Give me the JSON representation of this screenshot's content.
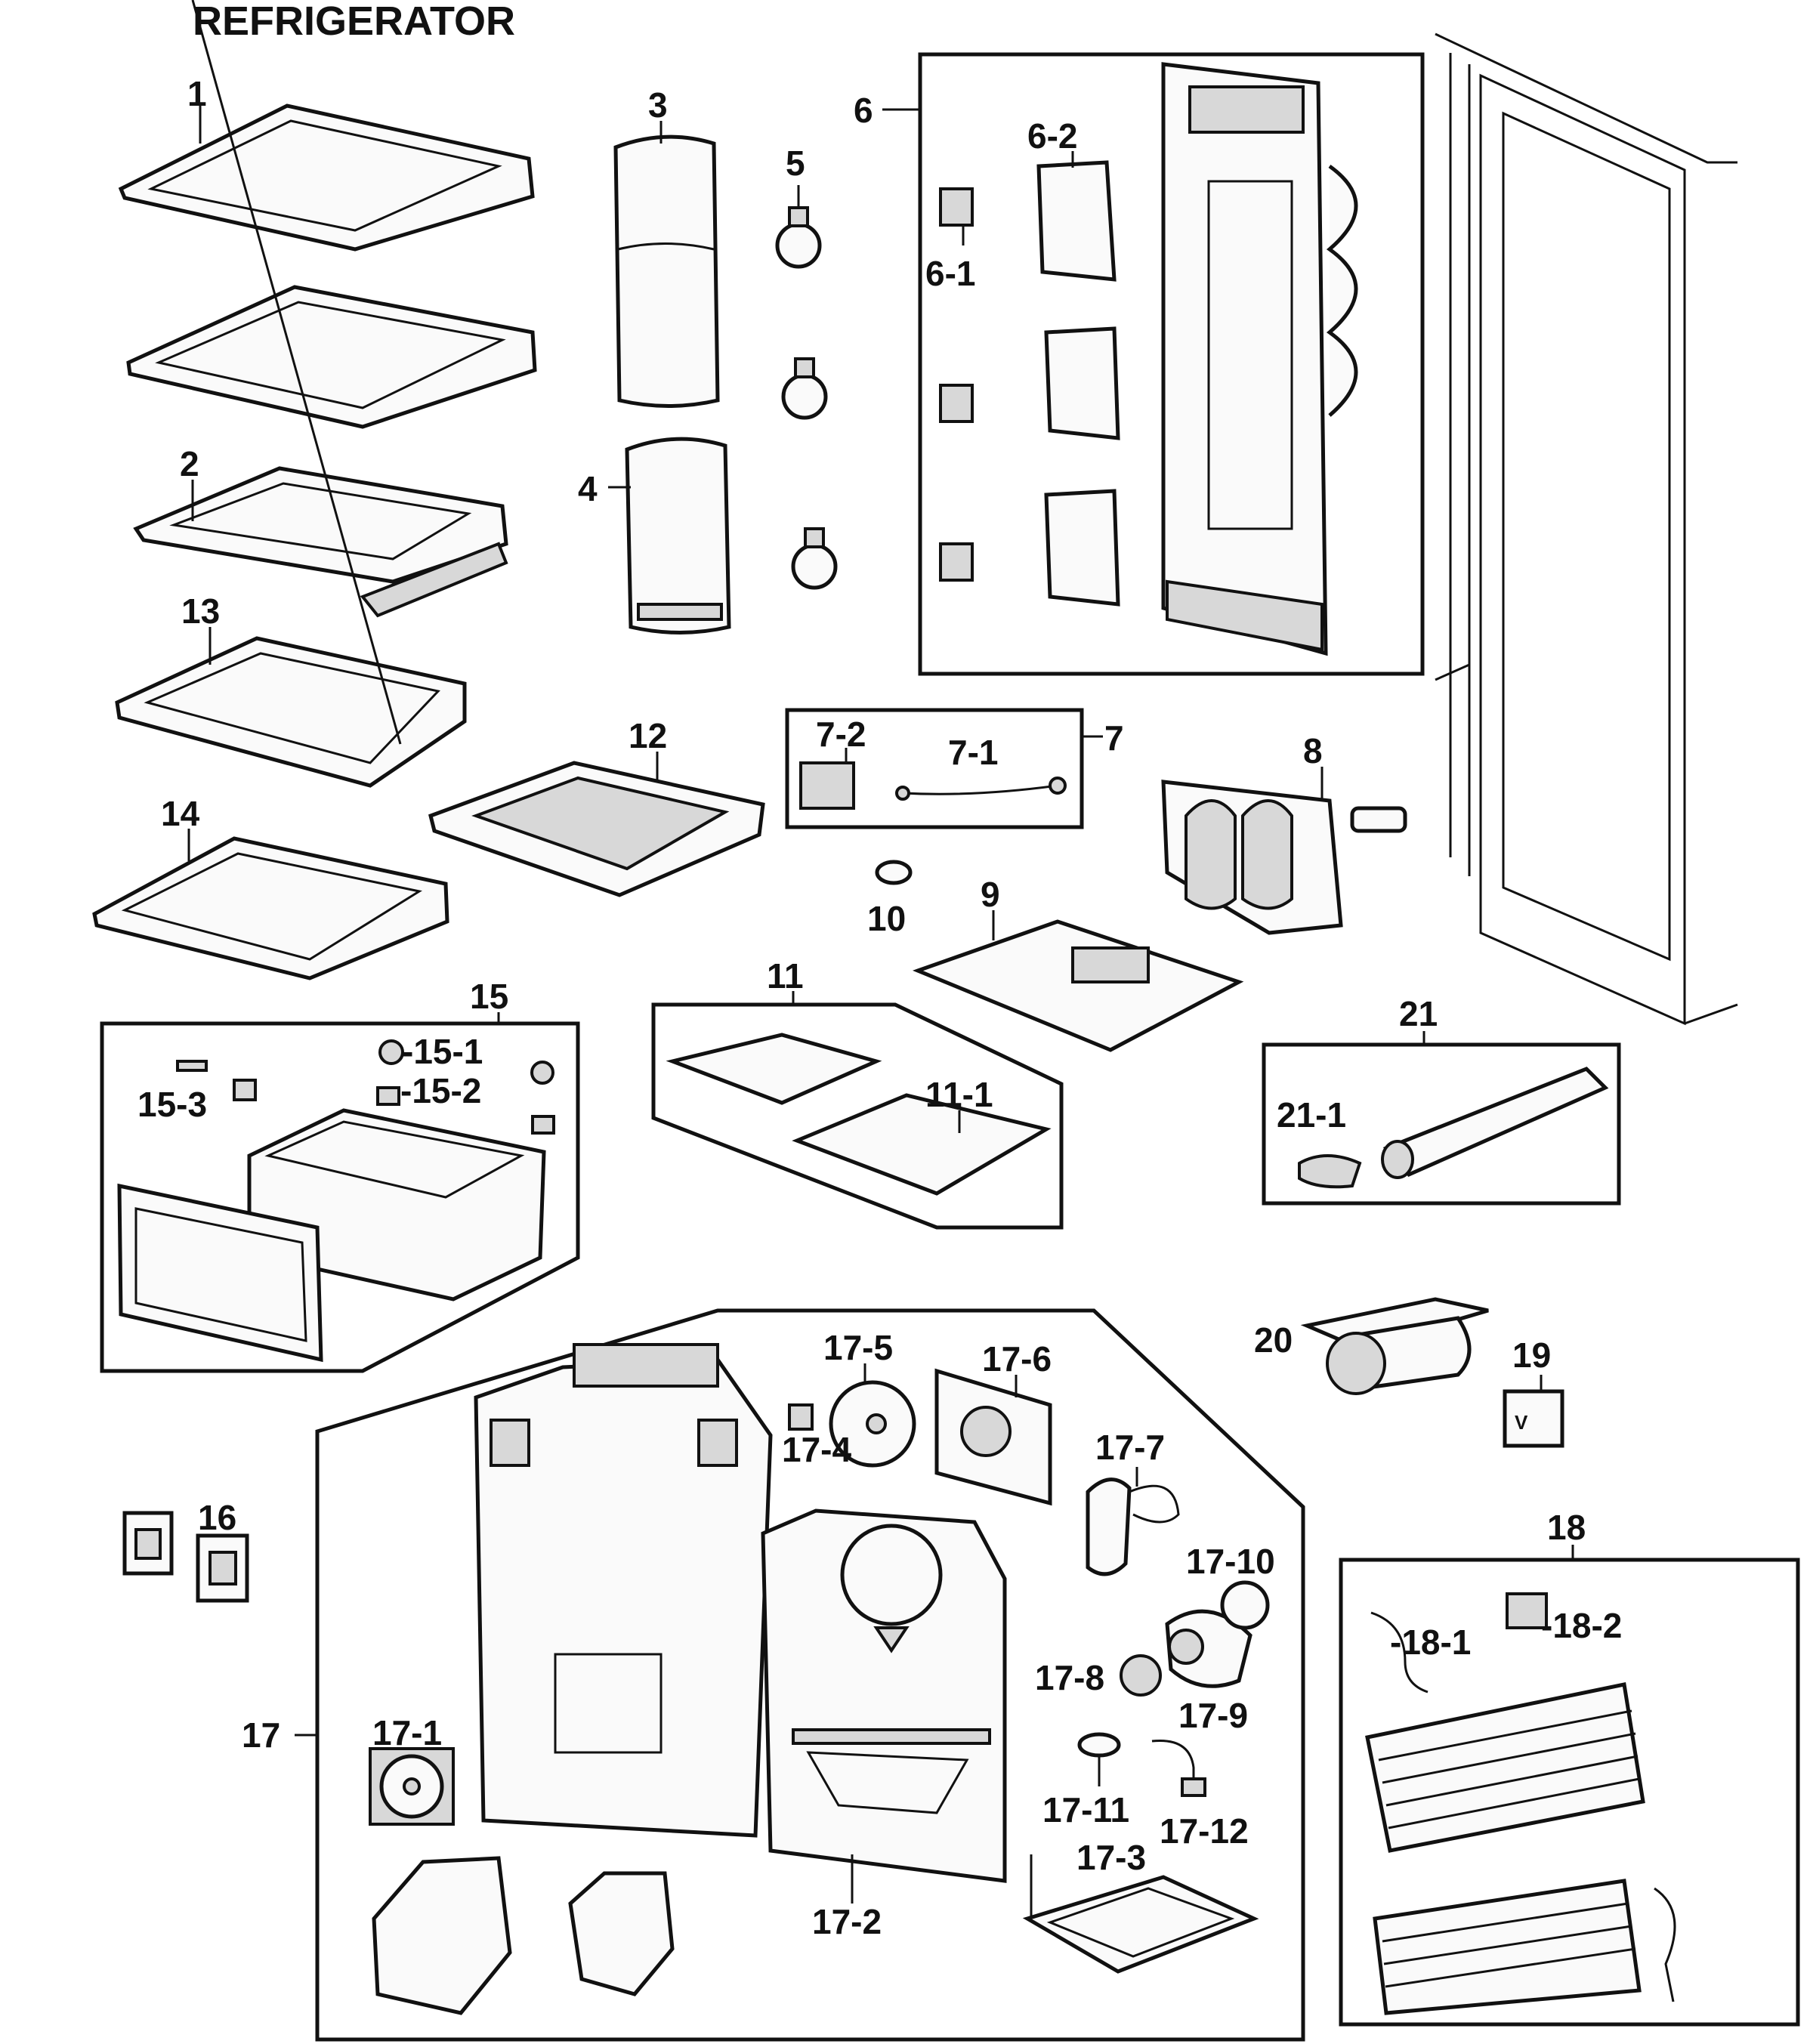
{
  "title": "REFRIGERATOR",
  "labels": {
    "l1": "1",
    "l2": "2",
    "l3": "3",
    "l4": "4",
    "l5": "5",
    "l6": "6",
    "l6_1": "6-1",
    "l6_2": "6-2",
    "l7": "7",
    "l7_1": "7-1",
    "l7_2": "7-2",
    "l8": "8",
    "l9": "9",
    "l10": "10",
    "l11": "11",
    "l11_1": "11-1",
    "l12": "12",
    "l13": "13",
    "l14": "14",
    "l15": "15",
    "l15_1": "-15-1",
    "l15_2": "-15-2",
    "l15_3": "15-3",
    "l16": "16",
    "l17": "17",
    "l17_1": "17-1",
    "l17_2": "17-2",
    "l17_3": "17-3",
    "l17_4": "17-4",
    "l17_5": "17-5",
    "l17_6": "17-6",
    "l17_7": "17-7",
    "l17_8": "17-8",
    "l17_9": "17-9",
    "l17_10": "17-10",
    "l17_11": "17-11",
    "l17_12": "17-12",
    "l18": "18",
    "l18_1": "-18-1",
    "l18_2": "-18-2",
    "l19": "19",
    "l19_badge": "V",
    "l20": "20",
    "l21": "21",
    "l21_1": "21-1"
  }
}
